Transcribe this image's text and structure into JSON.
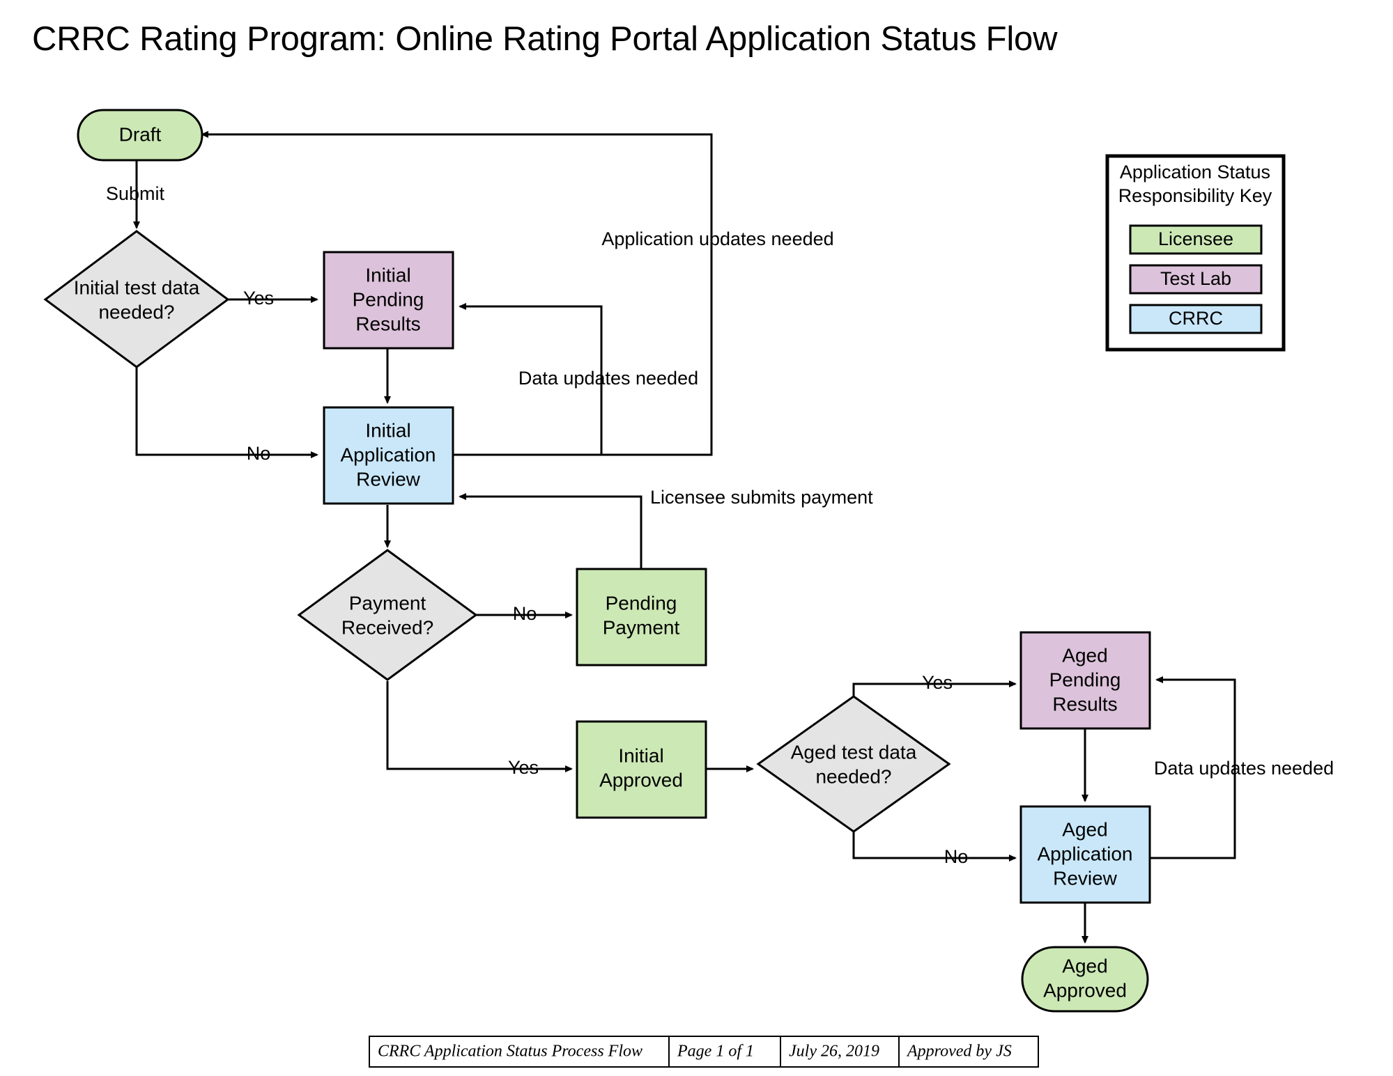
{
  "title": "CRRC Rating Program: Online Rating Portal Application Status Flow",
  "legend": {
    "title_line1": "Application Status",
    "title_line2": "Responsibility Key",
    "items": [
      {
        "label": "Licensee",
        "color": "#cce8b5"
      },
      {
        "label": "Test Lab",
        "color": "#dcc2da"
      },
      {
        "label": "CRRC",
        "color": "#c9e7f9"
      }
    ]
  },
  "nodes": {
    "draft": {
      "label": "Draft",
      "shape": "stadium",
      "role": "Licensee",
      "color": "#cce8b5"
    },
    "initial_test_data": {
      "label_line1": "Initial test data",
      "label_line2": "needed?",
      "shape": "diamond",
      "color": "#e4e4e4"
    },
    "initial_pending_results": {
      "label_line1": "Initial",
      "label_line2": "Pending",
      "label_line3": "Results",
      "shape": "rect",
      "role": "Test Lab",
      "color": "#dcc2da"
    },
    "initial_application_review": {
      "label_line1": "Initial",
      "label_line2": "Application",
      "label_line3": "Review",
      "shape": "rect",
      "role": "CRRC",
      "color": "#c9e7f9"
    },
    "payment_received": {
      "label_line1": "Payment",
      "label_line2": "Received?",
      "shape": "diamond",
      "color": "#e4e4e4"
    },
    "pending_payment": {
      "label_line1": "Pending",
      "label_line2": "Payment",
      "shape": "rect",
      "role": "Licensee",
      "color": "#cce8b5"
    },
    "initial_approved": {
      "label_line1": "Initial",
      "label_line2": "Approved",
      "shape": "rect",
      "role": "Licensee",
      "color": "#cce8b5"
    },
    "aged_test_data": {
      "label_line1": "Aged test data",
      "label_line2": "needed?",
      "shape": "diamond",
      "color": "#e4e4e4"
    },
    "aged_pending_results": {
      "label_line1": "Aged",
      "label_line2": "Pending",
      "label_line3": "Results",
      "shape": "rect",
      "role": "Test Lab",
      "color": "#dcc2da"
    },
    "aged_application_review": {
      "label_line1": "Aged",
      "label_line2": "Application",
      "label_line3": "Review",
      "shape": "rect",
      "role": "CRRC",
      "color": "#c9e7f9"
    },
    "aged_approved": {
      "label_line1": "Aged",
      "label_line2": "Approved",
      "shape": "stadium",
      "role": "Licensee",
      "color": "#cce8b5"
    }
  },
  "edge_labels": {
    "submit": "Submit",
    "initial_test_yes": "Yes",
    "initial_test_no": "No",
    "application_updates_needed": "Application updates needed",
    "data_updates_needed_initial": "Data updates needed",
    "licensee_submits_payment": "Licensee submits payment",
    "payment_no": "No",
    "payment_yes": "Yes",
    "aged_test_yes": "Yes",
    "aged_test_no": "No",
    "data_updates_needed_aged": "Data updates needed"
  },
  "footer": {
    "document": "CRRC Application Status Process Flow",
    "page": "Page 1 of 1",
    "date": "July 26, 2019",
    "approval": "Approved by JS"
  }
}
